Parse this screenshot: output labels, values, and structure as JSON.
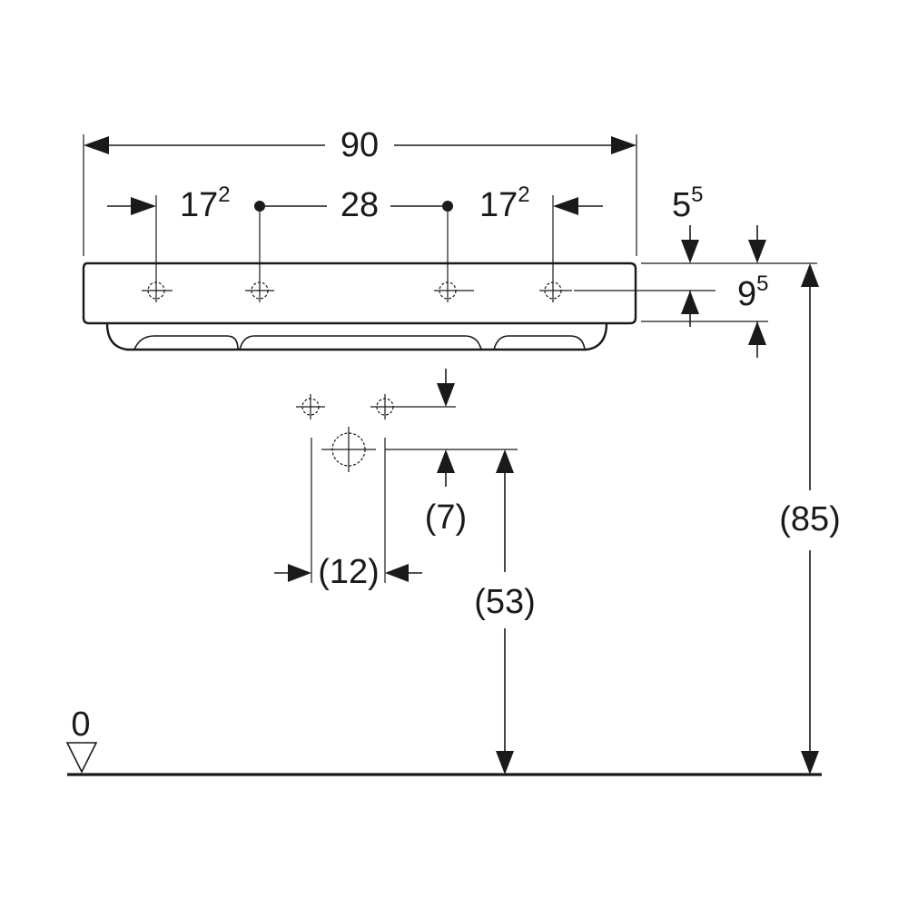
{
  "dimensions": {
    "overall_width": "90",
    "left_offset": {
      "base": "17",
      "sup": "2"
    },
    "tap_spacing": "28",
    "right_offset": {
      "base": "17",
      "sup": "2"
    },
    "hole_depth": {
      "base": "5",
      "sup": "5"
    },
    "rim_height": {
      "base": "9",
      "sup": "5"
    },
    "waste_vertical": "(7)",
    "waste_spacing": "(12)",
    "waste_height": "(53)",
    "total_height": "(85)",
    "floor_level": "0"
  }
}
